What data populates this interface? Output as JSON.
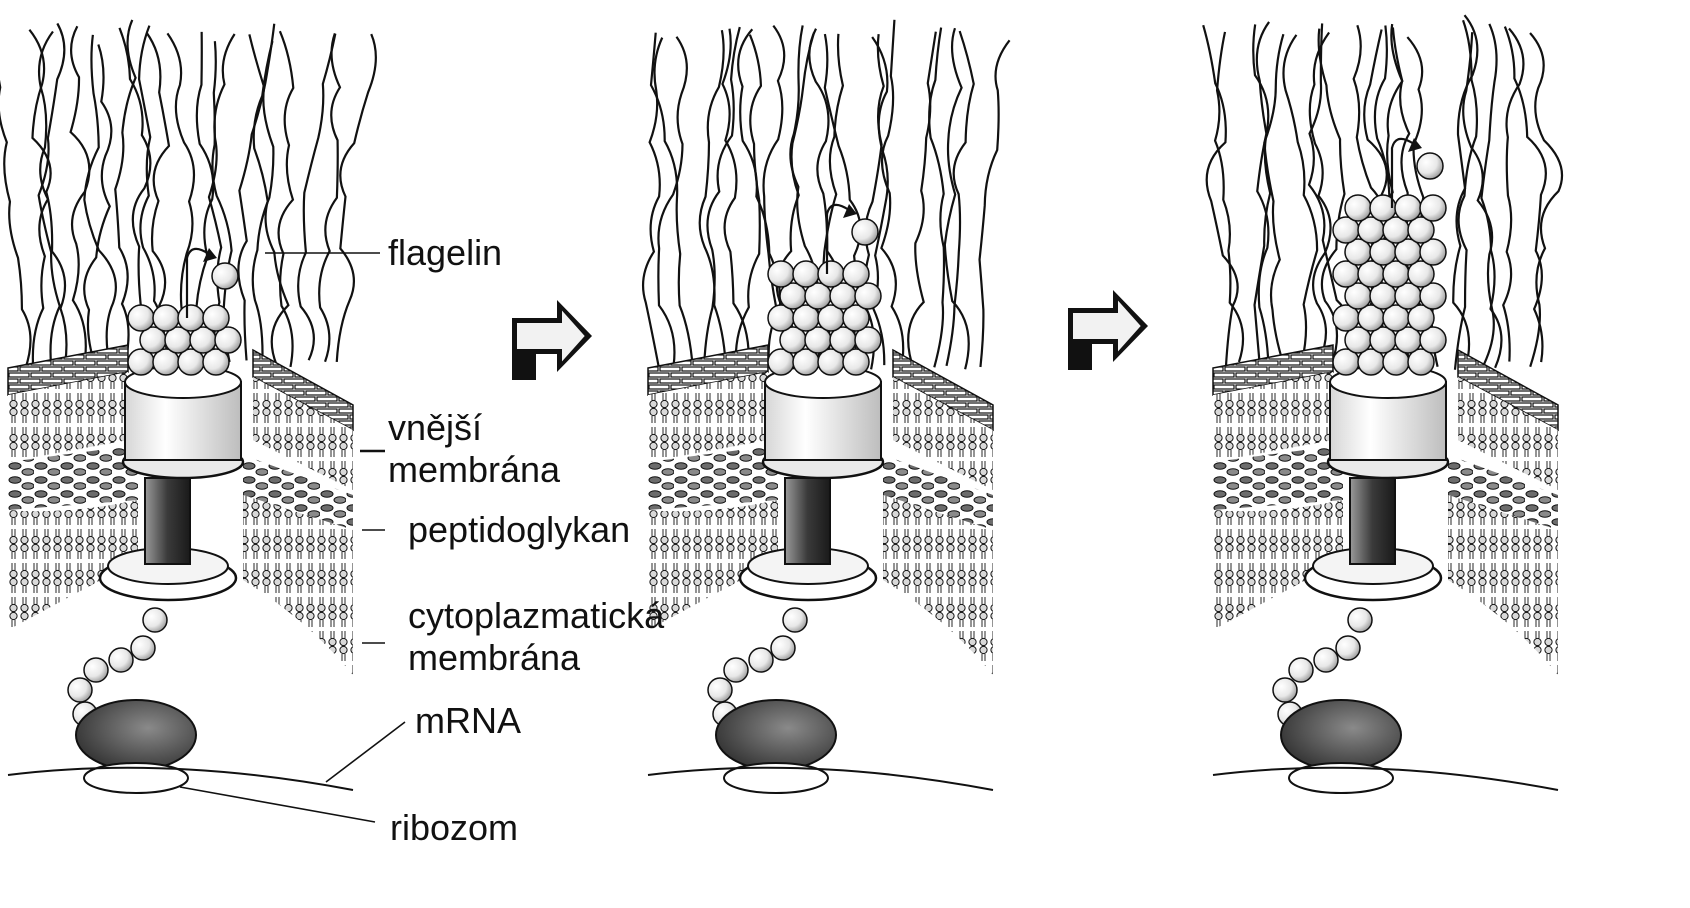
{
  "labels": {
    "flagelin": "flagelin",
    "outer_membrane_line1": "vnější",
    "outer_membrane_line2": "membrána",
    "peptidoglycan": "peptidoglykan",
    "cytoplasmic_membrane_line1": "cytoplazmatická",
    "cytoplasmic_membrane_line2": "membrána",
    "mrna": "mRNA",
    "ribosome": "ribozom"
  },
  "stages": [
    {
      "name": "stage-1",
      "flagellum_rows": 3
    },
    {
      "name": "stage-2",
      "flagellum_rows": 5
    },
    {
      "name": "stage-3",
      "flagellum_rows": 8
    }
  ],
  "colors": {
    "ink": "#111111",
    "paper": "#ffffff",
    "grey_light": "#e6e6e6",
    "grey_mid": "#9a9a9a",
    "grey_dark": "#3a3a3a"
  }
}
